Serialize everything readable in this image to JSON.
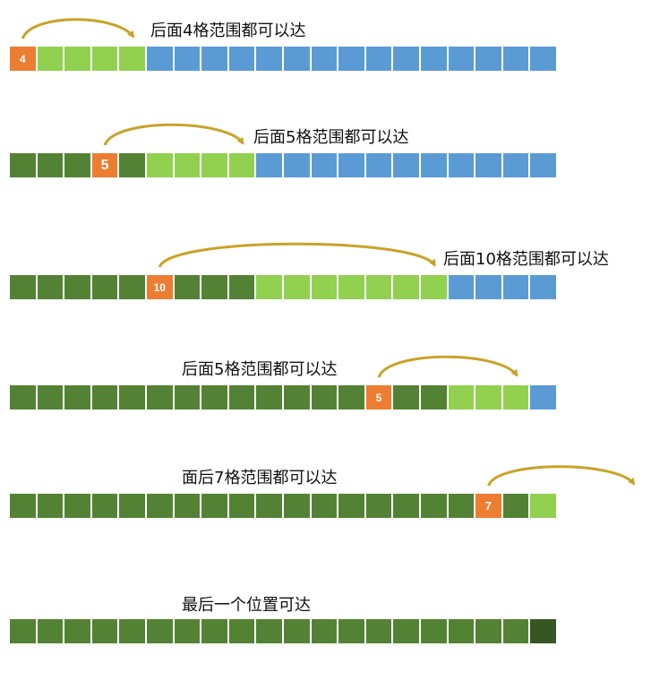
{
  "colors": {
    "visited": "#548235",
    "current": "#ED7D31",
    "reachable": "#92D050",
    "unreached": "#5B9BD5",
    "target": "#375623",
    "arrow": "#C9A227"
  },
  "steps": [
    {
      "caption": "后面4格范围都可以达",
      "cells": [
        "current",
        "reachable",
        "reachable",
        "reachable",
        "reachable",
        "unreached",
        "unreached",
        "unreached",
        "unreached",
        "unreached",
        "unreached",
        "unreached",
        "unreached",
        "unreached",
        "unreached",
        "unreached",
        "unreached",
        "unreached",
        "unreached",
        "unreached"
      ],
      "current_label": "4"
    },
    {
      "caption": "后面5格范围都可以达",
      "cells": [
        "visited",
        "visited",
        "visited",
        "current",
        "visited",
        "reachable",
        "reachable",
        "reachable",
        "reachable",
        "unreached",
        "unreached",
        "unreached",
        "unreached",
        "unreached",
        "unreached",
        "unreached",
        "unreached",
        "unreached",
        "unreached",
        "unreached"
      ],
      "current_label": "5"
    },
    {
      "caption": "后面10格范围都可以达",
      "cells": [
        "visited",
        "visited",
        "visited",
        "visited",
        "visited",
        "current",
        "visited",
        "visited",
        "visited",
        "reachable",
        "reachable",
        "reachable",
        "reachable",
        "reachable",
        "reachable",
        "reachable",
        "unreached",
        "unreached",
        "unreached",
        "unreached"
      ],
      "current_label": "10"
    },
    {
      "caption": "后面5格范围都可以达",
      "cells": [
        "visited",
        "visited",
        "visited",
        "visited",
        "visited",
        "visited",
        "visited",
        "visited",
        "visited",
        "visited",
        "visited",
        "visited",
        "visited",
        "current",
        "visited",
        "visited",
        "reachable",
        "reachable",
        "reachable",
        "unreached"
      ],
      "current_label": "5"
    },
    {
      "caption": "面后7格范围都可以达",
      "cells": [
        "visited",
        "visited",
        "visited",
        "visited",
        "visited",
        "visited",
        "visited",
        "visited",
        "visited",
        "visited",
        "visited",
        "visited",
        "visited",
        "visited",
        "visited",
        "visited",
        "visited",
        "current",
        "visited",
        "reachable"
      ],
      "current_label": "7"
    },
    {
      "caption": "最后一个位置可达",
      "cells": [
        "visited",
        "visited",
        "visited",
        "visited",
        "visited",
        "visited",
        "visited",
        "visited",
        "visited",
        "visited",
        "visited",
        "visited",
        "visited",
        "visited",
        "visited",
        "visited",
        "visited",
        "visited",
        "visited",
        "target"
      ],
      "current_label": ""
    }
  ]
}
